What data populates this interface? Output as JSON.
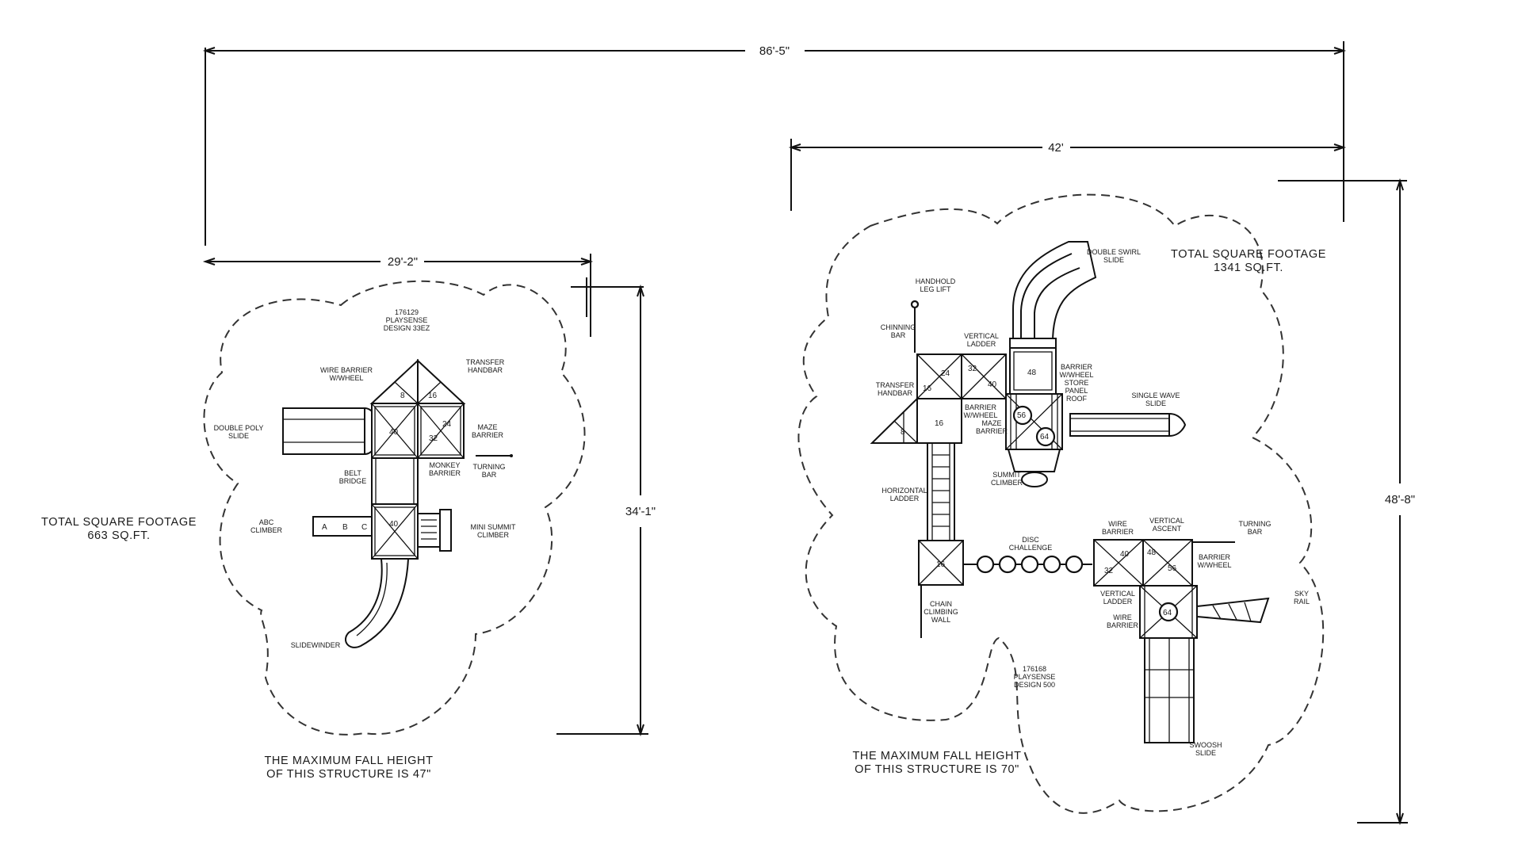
{
  "dimensions": {
    "overall_width": "86'-5\"",
    "right_width": "42'",
    "left_width": "29'-2\"",
    "left_depth": "34'-1\"",
    "right_depth": "48'-8\""
  },
  "left_structure": {
    "sq_ft_title": "TOTAL SQUARE FOOTAGE",
    "sq_ft_value": "663 SQ.FT.",
    "fall_height_line1": "THE MAXIMUM FALL HEIGHT",
    "fall_height_line2": "OF THIS STRUCTURE IS 47\"",
    "design_id": "176129",
    "design_brand": "PLAYSENSE",
    "design_name": "DESIGN 33EZ",
    "labels": {
      "wire_barrier_1": "WIRE BARRIER",
      "wire_barrier_2": "W/WHEEL",
      "transfer_1": "TRANSFER",
      "transfer_2": "HANDBAR",
      "double_poly_1": "DOUBLE POLY",
      "double_poly_2": "SLIDE",
      "maze_1": "MAZE",
      "maze_2": "BARRIER",
      "turning_1": "TURNING",
      "turning_2": "BAR",
      "monkey_1": "MONKEY",
      "monkey_2": "BARRIER",
      "belt_1": "BELT",
      "belt_2": "BRIDGE",
      "abc_1": "ABC",
      "abc_2": "CLIMBER",
      "mini_summit_1": "MINI SUMMIT",
      "mini_summit_2": "CLIMBER",
      "slidewinder": "SLIDEWINDER"
    },
    "abc_letters": [
      "A",
      "B",
      "C"
    ],
    "deck_heights": {
      "top_left_tri": "8",
      "top_right_tri": "16",
      "upper_left": "40",
      "upper_right_a": "24",
      "upper_right_b": "32",
      "lower": "40"
    }
  },
  "right_structure": {
    "sq_ft_title": "TOTAL SQUARE FOOTAGE",
    "sq_ft_value": "1341 SQ.FT.",
    "fall_height_line1": "THE MAXIMUM FALL HEIGHT",
    "fall_height_line2": "OF THIS STRUCTURE IS 70\"",
    "design_id": "176168",
    "design_brand": "PLAYSENSE",
    "design_name": "DESIGN 500",
    "labels": {
      "handhold_1": "HANDHOLD",
      "handhold_2": "LEG LIFT",
      "chinning_1": "CHINNING",
      "chinning_2": "BAR",
      "vertical_ladder_1": "VERTICAL",
      "vertical_ladder_2": "LADDER",
      "double_swirl_1": "DOUBLE SWIRL",
      "double_swirl_2": "SLIDE",
      "transfer_1": "TRANSFER",
      "transfer_2": "HANDBAR",
      "barrier_wheel_1": "BARRIER",
      "barrier_wheel_2": "W/WHEEL",
      "store_panel_1": "BARRIER",
      "store_panel_2": "W/WHEEL",
      "store_panel_3": "STORE",
      "store_panel_4": "PANEL",
      "store_panel_5": "ROOF",
      "maze_1": "MAZE",
      "maze_2": "BARRIER",
      "single_wave_1": "SINGLE WAVE",
      "single_wave_2": "SLIDE",
      "summit_1": "SUMMIT",
      "summit_2": "CLIMBER",
      "horizontal_1": "HORIZONTAL",
      "horizontal_2": "LADDER",
      "disc_1": "DISC",
      "disc_2": "CHALLENGE",
      "wire_barrier_1": "WIRE",
      "wire_barrier_2": "BARRIER",
      "vertical_ascent_1": "VERTICAL",
      "vertical_ascent_2": "ASCENT",
      "turning_1": "TURNING",
      "turning_2": "BAR",
      "barrier_wheel_b_1": "BARRIER",
      "barrier_wheel_b_2": "W/WHEEL",
      "chain_1": "CHAIN",
      "chain_2": "CLIMBING",
      "chain_3": "WALL",
      "vertical_ladder_b_1": "VERTICAL",
      "vertical_ladder_b_2": "LADDER",
      "wire_barrier_b_1": "WIRE",
      "wire_barrier_b_2": "BARRIER",
      "sky_1": "SKY",
      "sky_2": "RAIL",
      "swoosh_1": "SWOOSH",
      "swoosh_2": "SLIDE"
    },
    "deck_heights": {
      "d24": "24",
      "d32": "32",
      "d40": "40",
      "d48": "48",
      "d16a": "16",
      "d16b": "16",
      "d8": "8",
      "d56": "56",
      "d64": "64",
      "d16c": "16",
      "d40b": "40",
      "d32b": "32",
      "d48b": "48",
      "d56b": "56",
      "d64b": "64"
    }
  }
}
